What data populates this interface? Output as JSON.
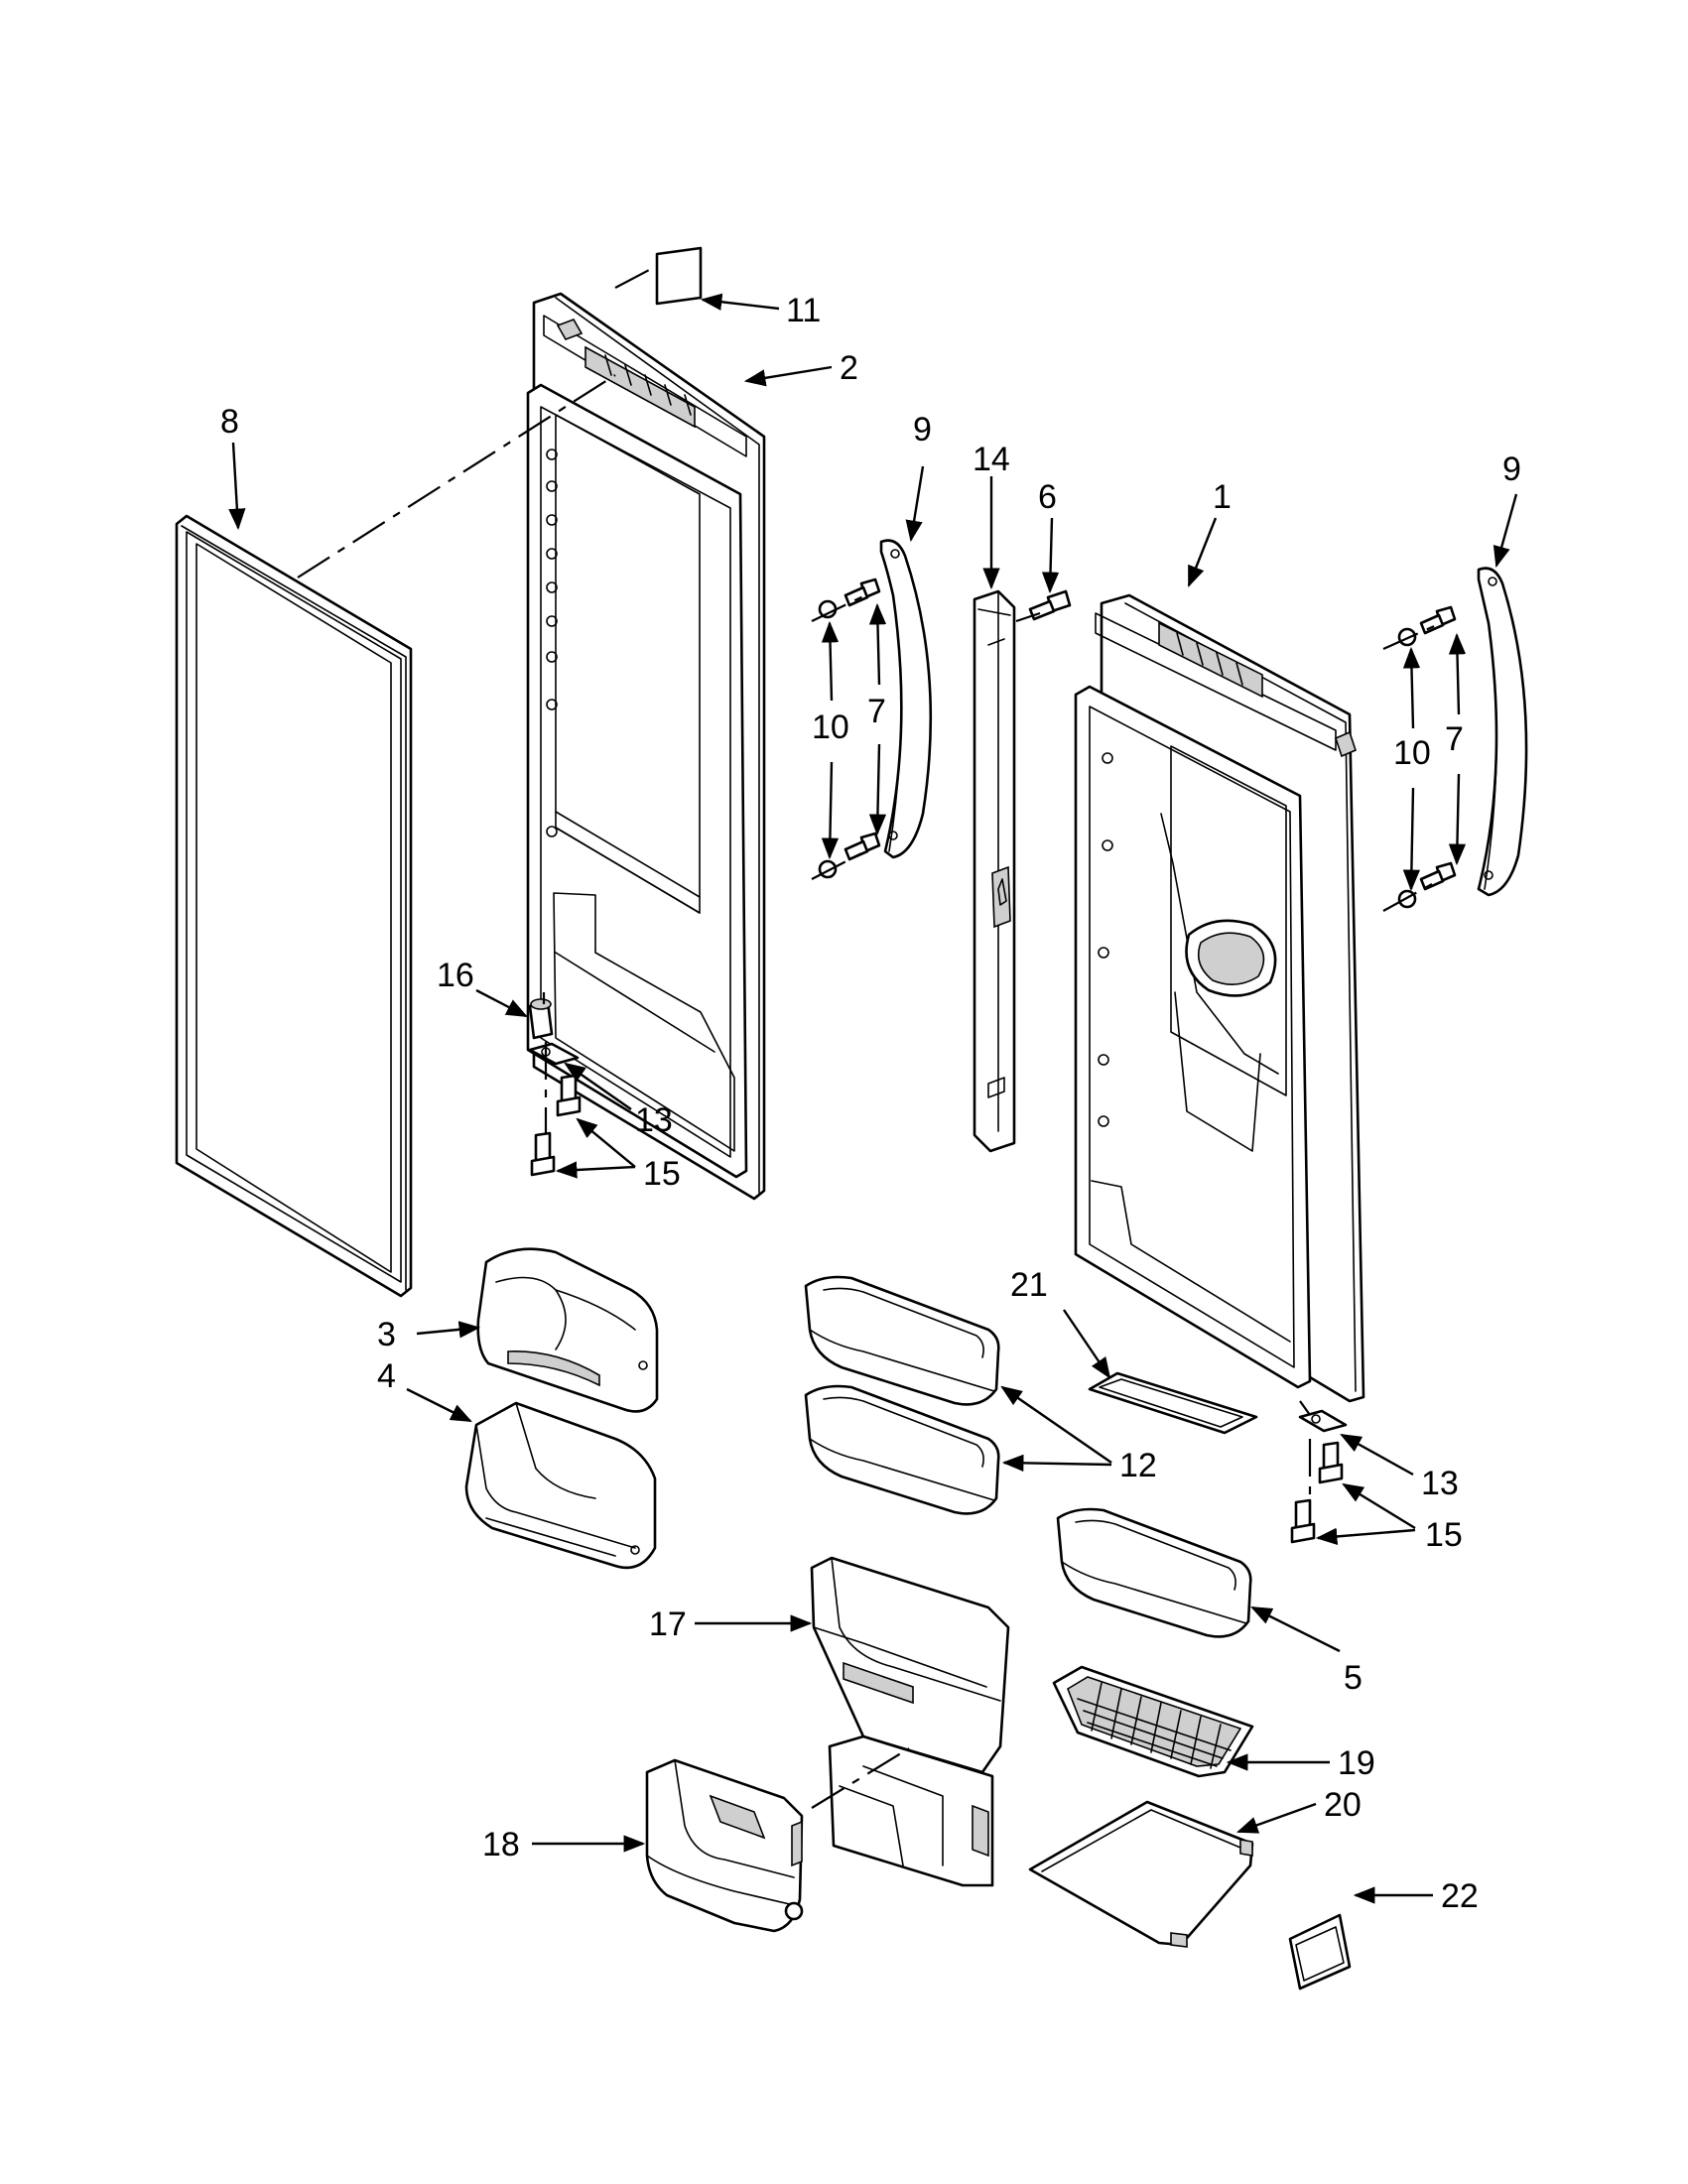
{
  "callouts": {
    "c1": "1",
    "c2": "2",
    "c3": "3",
    "c4": "4",
    "c5": "5",
    "c6": "6",
    "c7a": "7",
    "c7b": "7",
    "c8": "8",
    "c9a": "9",
    "c9b": "9",
    "c10a": "10",
    "c10b": "10",
    "c11": "11",
    "c12": "12",
    "c13a": "13",
    "c13b": "13",
    "c14": "14",
    "c15a": "15",
    "c15b": "15",
    "c16": "16",
    "c17": "17",
    "c18": "18",
    "c19": "19",
    "c20": "20",
    "c21": "21",
    "c22": "22"
  },
  "colors": {
    "line": "#000000",
    "background": "#ffffff",
    "shade": "#cfcfcf"
  }
}
